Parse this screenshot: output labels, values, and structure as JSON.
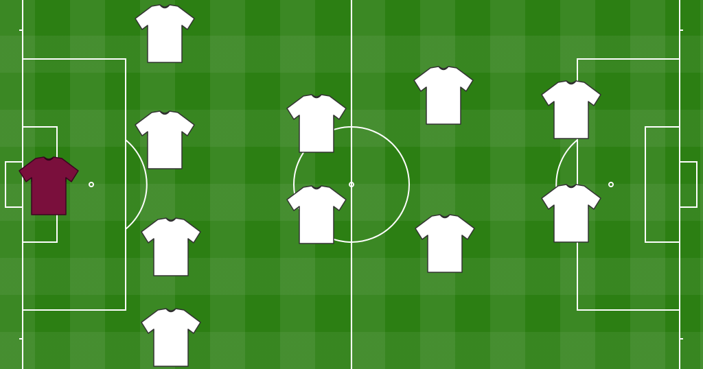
{
  "pitch": {
    "grass_color": "#2c7f13",
    "line_color": "#ffffff"
  },
  "jersey_colors": {
    "goalkeeper": "#7a0f3c",
    "outfield": "#ffffff"
  },
  "players": [
    {
      "role": "goalkeeper",
      "color": "#7a0f3c"
    },
    {
      "role": "outfield",
      "color": "#ffffff"
    },
    {
      "role": "outfield",
      "color": "#ffffff"
    },
    {
      "role": "outfield",
      "color": "#ffffff"
    },
    {
      "role": "outfield",
      "color": "#ffffff"
    },
    {
      "role": "outfield",
      "color": "#ffffff"
    },
    {
      "role": "outfield",
      "color": "#ffffff"
    },
    {
      "role": "outfield",
      "color": "#ffffff"
    },
    {
      "role": "outfield",
      "color": "#ffffff"
    },
    {
      "role": "outfield",
      "color": "#ffffff"
    },
    {
      "role": "outfield",
      "color": "#ffffff"
    }
  ]
}
